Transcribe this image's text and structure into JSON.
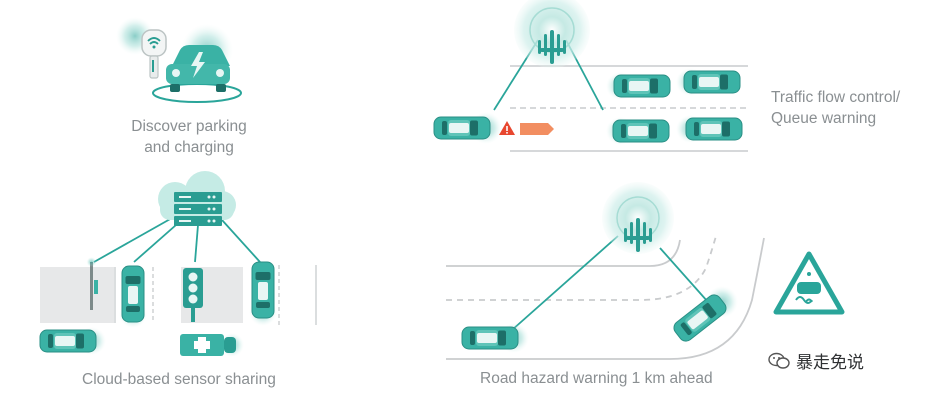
{
  "captions": {
    "parking": [
      "Discover parking",
      "and charging"
    ],
    "sensor": "Cloud-based sensor sharing",
    "traffic": [
      "Traffic flow control/",
      "Queue warning"
    ],
    "hazard": "Road hazard warning 1 km ahead"
  },
  "watermark": {
    "text": "暴走免说"
  },
  "colors": {
    "teal": "#2aa59a",
    "teal_light": "#7fd0c6",
    "teal_pale": "#d6f0ec",
    "grey_road": "#c9cbcd",
    "grey_fill": "#e7e8e9",
    "warning_red": "#e8472f",
    "arrow_orange": "#f07a45"
  },
  "icons": [
    "parking-meter-icon",
    "charging-car-icon",
    "cloud-server-icon",
    "traffic-light-icon",
    "ambulance-icon",
    "antenna-tower-icon",
    "warning-triangle-icon",
    "slippery-road-sign-icon",
    "wechat-bubble-icon"
  ]
}
